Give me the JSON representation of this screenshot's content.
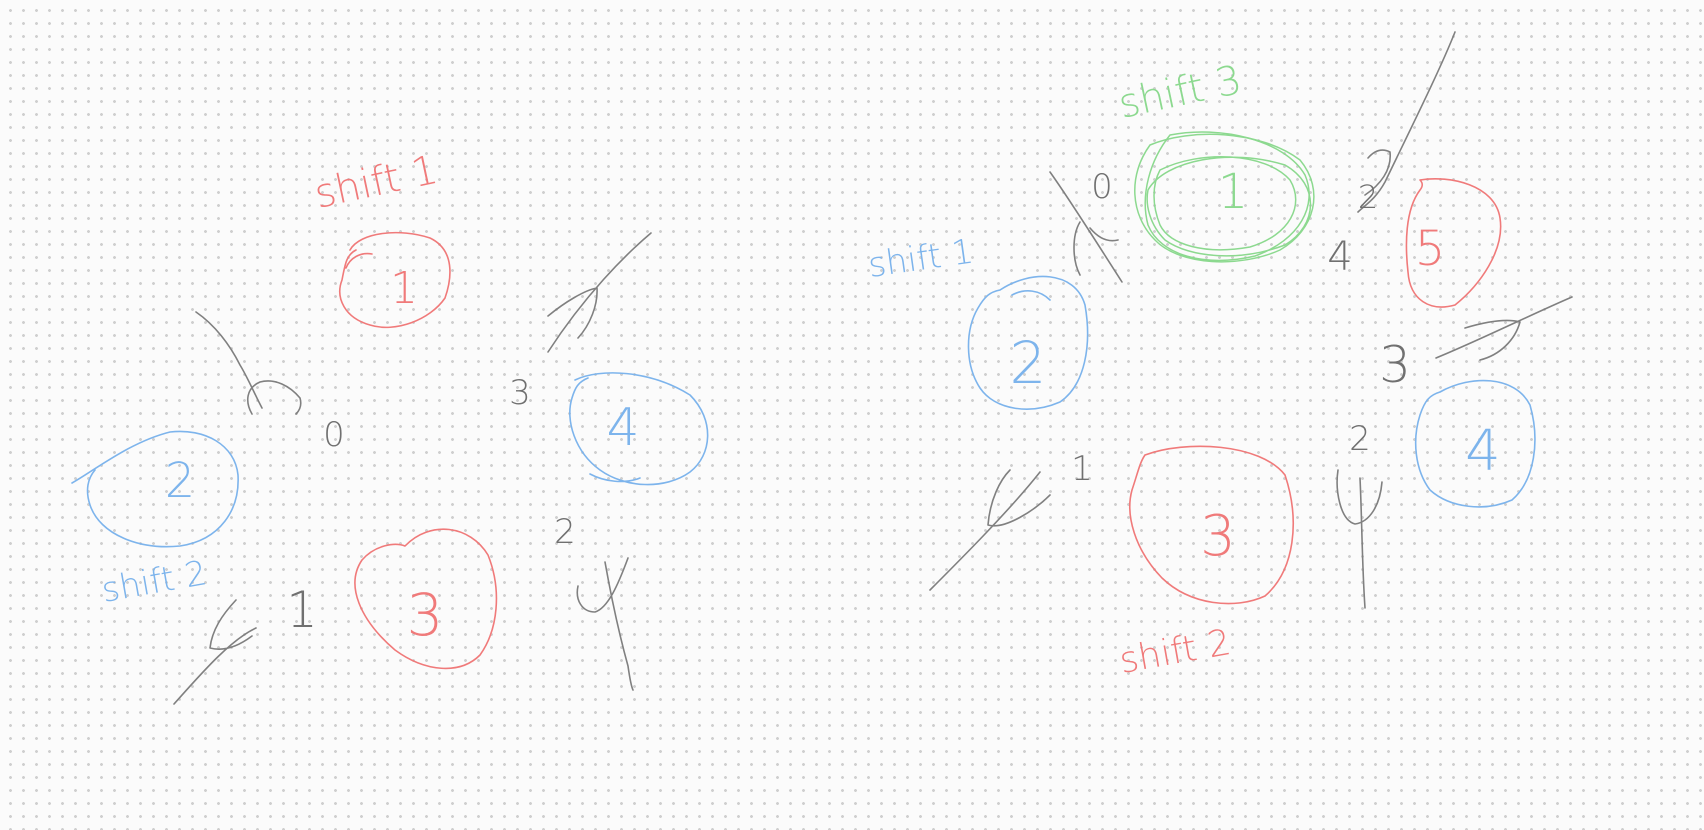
{
  "colors": {
    "red": "#f07a7a",
    "blue": "#7db4ec",
    "green": "#8cd98f",
    "gray": "#707070",
    "grid_dot": "#cfcfcf",
    "background": "#fbfbfb"
  },
  "left_diagram": {
    "shift_1": "shift 1",
    "shift_2": "shift 2",
    "node_1": "1",
    "node_2": "2",
    "node_3": "3",
    "node_4": "4",
    "vertex_0": "0",
    "vertex_1": "1",
    "vertex_2": "2",
    "vertex_3": "3"
  },
  "right_diagram": {
    "shift_1": "shift 1",
    "shift_2": "shift 2",
    "shift_3": "shift 3",
    "node_1": "1",
    "node_2": "2",
    "node_3": "3",
    "node_4": "4",
    "node_5": "5",
    "vertex_0": "0",
    "vertex_1": "1",
    "vertex_2": "2",
    "vertex_3": "3",
    "vertex_4": "4"
  }
}
